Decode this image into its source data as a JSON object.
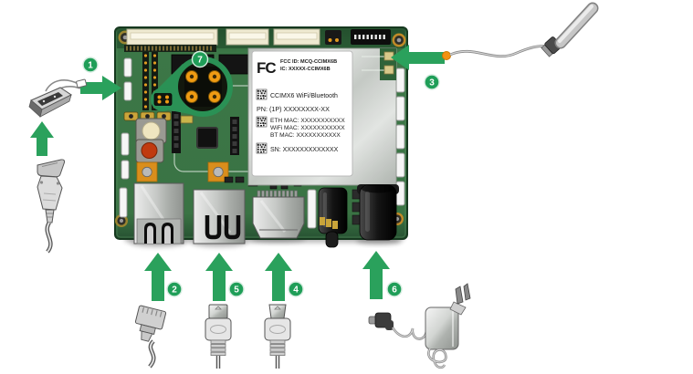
{
  "colors": {
    "accent_green": "#1f9e58",
    "arrow_green": "#2aa15c",
    "callout_green": "#2a9155",
    "board_green": "#3c7747",
    "board_edge_green": "#27523    2",
    "pad_orange": "#e0941c",
    "pin_orange": "#ef9b13",
    "shield_gray": "#c9cec9",
    "label_bg": "#ffffff"
  },
  "module_label": {
    "fcc_logo": "FC",
    "fcc_id": "FCC ID: MCQ-CCIMX6B",
    "ic": "IC: XXXXX-CCIMX6B",
    "module_name": "CCIMX6 WiFi/Bluetooth",
    "part_number": "PN: (1P) XXXXXXXX-XX",
    "eth_mac": "ETH MAC: XXXXXXXXXXX",
    "wifi_mac": "WiFi MAC: XXXXXXXXXXX",
    "bt_mac": "BT MAC: XXXXXXXXXXX",
    "serial_number": "SN: XXXXXXXXXXXXX"
  },
  "callouts": [
    {
      "number": "1",
      "target": "serial-console-connector"
    },
    {
      "number": "2",
      "target": "ethernet-port"
    },
    {
      "number": "3",
      "target": "antenna-connector"
    },
    {
      "number": "4",
      "target": "hdmi-port"
    },
    {
      "number": "5",
      "target": "usb-port"
    },
    {
      "number": "6",
      "target": "power-jack"
    },
    {
      "number": "7",
      "target": "boot-header-detail"
    }
  ]
}
